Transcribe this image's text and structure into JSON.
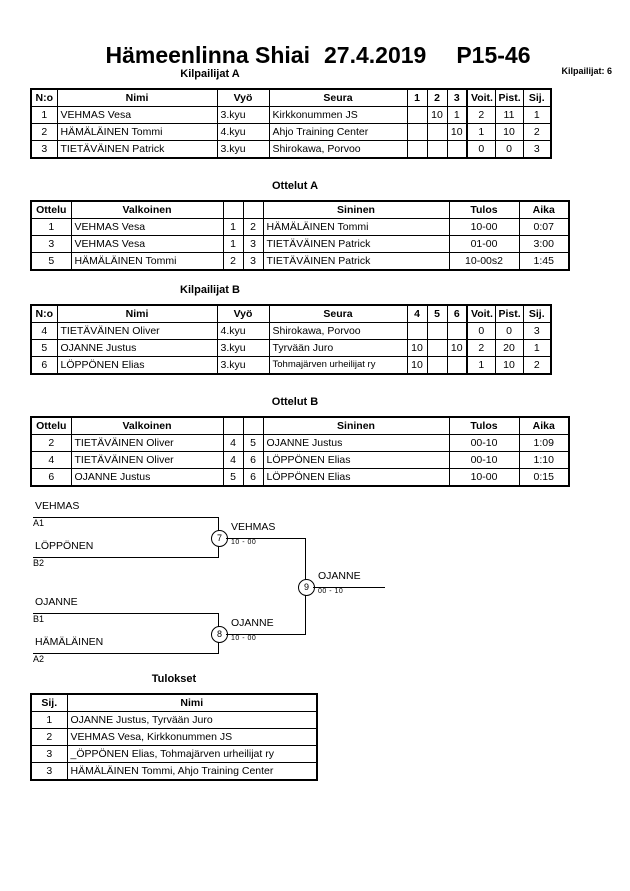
{
  "header": {
    "event": "Hämeenlinna Shiai",
    "date": "27.4.2019",
    "category": "P15-46",
    "competitor_count_label": "Kilpailijat: 6"
  },
  "pool_a": {
    "caption": "Kilpailijat A",
    "columns": [
      "N:o",
      "Nimi",
      "Vyö",
      "Seura",
      "1",
      "2",
      "3",
      "Voit.",
      "Pist.",
      "Sij."
    ],
    "rows": [
      {
        "no": "1",
        "nimi": "VEHMAS Vesa",
        "vyo": "3.kyu",
        "seura": "Kirkkonummen JS",
        "m1": "",
        "m2": "10",
        "m3": "1",
        "voit": "2",
        "pist": "11",
        "sij": "1"
      },
      {
        "no": "2",
        "nimi": "HÄMÄLÄINEN Tommi",
        "vyo": "4.kyu",
        "seura": "Ahjo Training Center",
        "m1": "",
        "m2": "",
        "m3": "10",
        "voit": "1",
        "pist": "10",
        "sij": "2"
      },
      {
        "no": "3",
        "nimi": "TIETÄVÄINEN Patrick",
        "vyo": "3.kyu",
        "seura": "Shirokawa, Porvoo",
        "m1": "",
        "m2": "",
        "m3": "",
        "voit": "0",
        "pist": "0",
        "sij": "3"
      }
    ]
  },
  "matches_a": {
    "caption": "Ottelut A",
    "columns": [
      "Ottelu",
      "Valkoinen",
      "",
      "",
      "Sininen",
      "Tulos",
      "Aika"
    ],
    "rows": [
      {
        "ottelu": "1",
        "valkoinen": "VEHMAS Vesa",
        "wn": "1",
        "bn": "2",
        "sininen": "HÄMÄLÄINEN Tommi",
        "tulos": "10-00",
        "aika": "0:07"
      },
      {
        "ottelu": "3",
        "valkoinen": "VEHMAS Vesa",
        "wn": "1",
        "bn": "3",
        "sininen": "TIETÄVÄINEN Patrick",
        "tulos": "01-00",
        "aika": "3:00"
      },
      {
        "ottelu": "5",
        "valkoinen": "HÄMÄLÄINEN Tommi",
        "wn": "2",
        "bn": "3",
        "sininen": "TIETÄVÄINEN Patrick",
        "tulos": "10-00s2",
        "aika": "1:45"
      }
    ]
  },
  "pool_b": {
    "caption": "Kilpailijat B",
    "columns": [
      "N:o",
      "Nimi",
      "Vyö",
      "Seura",
      "4",
      "5",
      "6",
      "Voit.",
      "Pist.",
      "Sij."
    ],
    "rows": [
      {
        "no": "4",
        "nimi": "TIETÄVÄINEN Oliver",
        "vyo": "4.kyu",
        "seura": "Shirokawa, Porvoo",
        "m1": "",
        "m2": "",
        "m3": "",
        "voit": "0",
        "pist": "0",
        "sij": "3"
      },
      {
        "no": "5",
        "nimi": "OJANNE Justus",
        "vyo": "3.kyu",
        "seura": "Tyrvään Juro",
        "m1": "10",
        "m2": "",
        "m3": "10",
        "voit": "2",
        "pist": "20",
        "sij": "1"
      },
      {
        "no": "6",
        "nimi": "LÖPPÖNEN Elias",
        "vyo": "3.kyu",
        "seura": "Tohmajärven urheilijat ry",
        "m1": "10",
        "m2": "",
        "m3": "",
        "voit": "1",
        "pist": "10",
        "sij": "2"
      }
    ]
  },
  "matches_b": {
    "caption": "Ottelut B",
    "columns": [
      "Ottelu",
      "Valkoinen",
      "",
      "",
      "Sininen",
      "Tulos",
      "Aika"
    ],
    "rows": [
      {
        "ottelu": "2",
        "valkoinen": "TIETÄVÄINEN Oliver",
        "wn": "4",
        "bn": "5",
        "sininen": "OJANNE Justus",
        "tulos": "00-10",
        "aika": "1:09"
      },
      {
        "ottelu": "4",
        "valkoinen": "TIETÄVÄINEN Oliver",
        "wn": "4",
        "bn": "6",
        "sininen": "LÖPPÖNEN Elias",
        "tulos": "00-10",
        "aika": "1:10"
      },
      {
        "ottelu": "6",
        "valkoinen": "OJANNE Justus",
        "wn": "5",
        "bn": "6",
        "sininen": "LÖPPÖNEN Elias",
        "tulos": "10-00",
        "aika": "0:15"
      }
    ]
  },
  "bracket": {
    "entrants": [
      {
        "name": "VEHMAS",
        "seed": "A1"
      },
      {
        "name": "LÖPPÖNEN",
        "seed": "B2"
      },
      {
        "name": "OJANNE",
        "seed": "B1"
      },
      {
        "name": "HÄMÄLÄINEN",
        "seed": "A2"
      }
    ],
    "semifinals": [
      {
        "number": "7",
        "winner": "VEHMAS",
        "score": "10 - 00"
      },
      {
        "number": "8",
        "winner": "OJANNE",
        "score": "10 - 00"
      }
    ],
    "final": {
      "number": "9",
      "winner": "OJANNE",
      "score": "00 - 10"
    }
  },
  "results": {
    "caption": "Tulokset",
    "columns": [
      "Sij.",
      "Nimi"
    ],
    "rows": [
      {
        "sij": "1",
        "nimi": "OJANNE Justus, Tyrvään Juro"
      },
      {
        "sij": "2",
        "nimi": "VEHMAS Vesa, Kirkkonummen JS"
      },
      {
        "sij": "3",
        "nimi": "_ÖPPÖNEN Elias, Tohmajärven urheilijat ry"
      },
      {
        "sij": "3",
        "nimi": "HÄMÄLÄINEN Tommi, Ahjo Training Center"
      }
    ]
  }
}
